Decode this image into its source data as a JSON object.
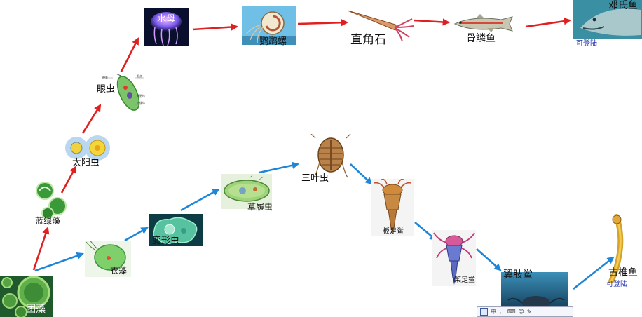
{
  "colors": {
    "upper_chain": "#e02020",
    "lower_chain": "#1e86d8",
    "note": "#2233aa"
  },
  "organisms": {
    "tuanzao": "团藻",
    "lanlvzao": "蓝绿藻",
    "taiyangchong": "太阳虫",
    "yanchong": "眼虫",
    "shuimu": "水母",
    "yingwuluo": "鹦鹉螺",
    "zhijiaoshi": "直角石",
    "gulinyu": "骨鳞鱼",
    "dengshiyu": "邓氏鱼",
    "yizao": "衣藻",
    "bianxingchong": "变形虫",
    "caolvchong": "草履虫",
    "sanyechong": "三叶虫",
    "banzuxie": "板足鲎",
    "jiangzuxie": "桨足鲎",
    "yizhixie": "翼肢鲎",
    "guzhuiyu": "古椎鱼"
  },
  "notes": {
    "dengshiyu_land": "可登陆",
    "guzhuiyu_land": "可登陆"
  },
  "yanchong_parts": [
    "鞭毛",
    "眼点",
    "细胞核",
    "叶绿体"
  ],
  "ime_toolbar": [
    "中",
    "，",
    "⌨",
    "☺",
    "✎"
  ]
}
